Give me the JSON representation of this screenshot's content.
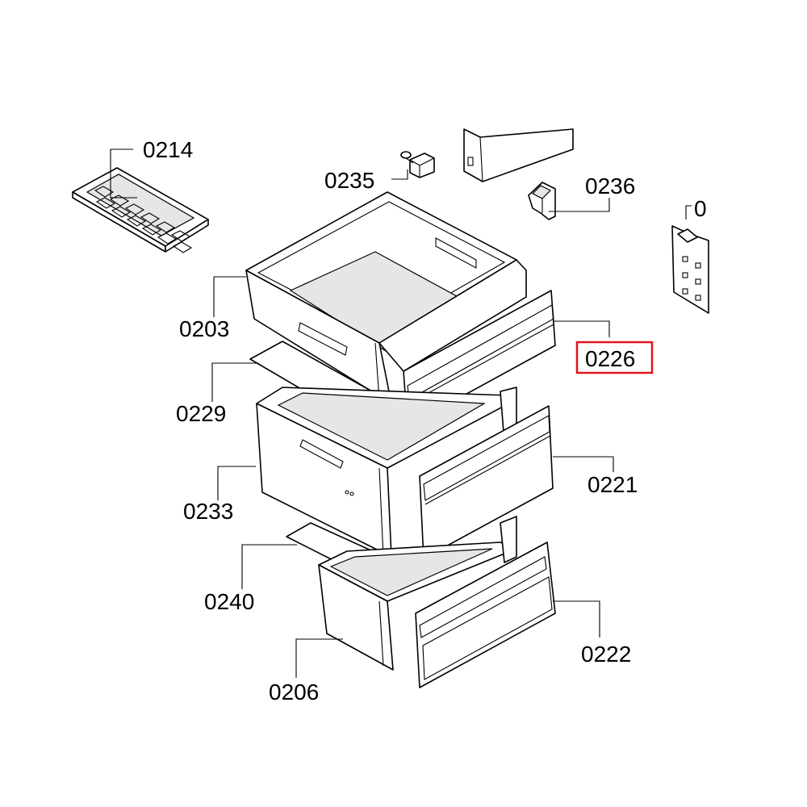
{
  "parts": [
    {
      "id": "ice-tray",
      "label": "0214"
    },
    {
      "id": "clip",
      "label": "0235"
    },
    {
      "id": "bracket",
      "label": "0236"
    },
    {
      "id": "upper-drawer",
      "label": "0203"
    },
    {
      "id": "upper-front",
      "label": "0226"
    },
    {
      "id": "cold-pack",
      "label": "0229"
    },
    {
      "id": "middle-front",
      "label": "0221"
    },
    {
      "id": "middle-drawer",
      "label": "0233"
    },
    {
      "id": "bottom-mat",
      "label": "0240"
    },
    {
      "id": "bottom-front",
      "label": "0222"
    },
    {
      "id": "bottom-drawer",
      "label": "0206"
    },
    {
      "id": "cut-off",
      "label": "0"
    }
  ],
  "highlighted": "0226",
  "colors": {
    "highlight": "#e0141e",
    "line": "#000000"
  }
}
